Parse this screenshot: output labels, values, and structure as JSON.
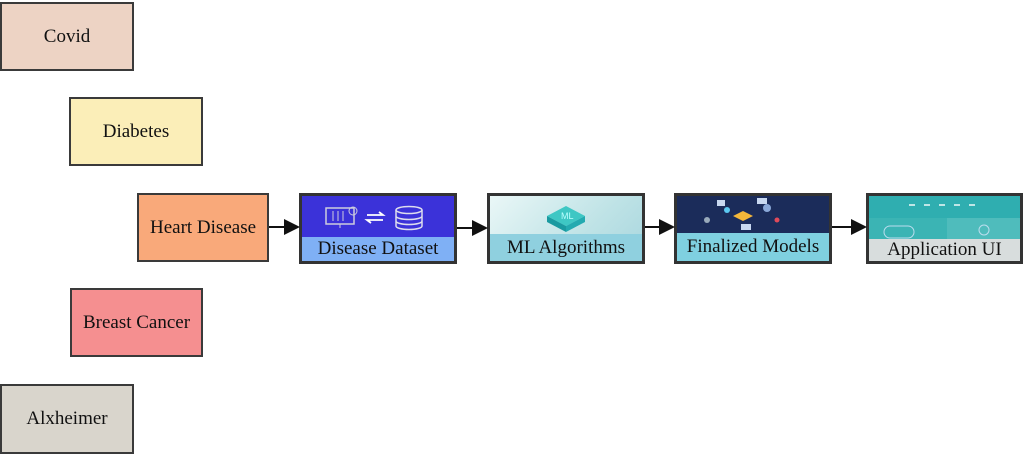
{
  "diseases": [
    {
      "label": "Covid",
      "color": "#edd3c4"
    },
    {
      "label": "Diabetes",
      "color": "#fbeeb8"
    },
    {
      "label": "Heart Disease",
      "color": "#f9a97a"
    },
    {
      "label": "Breast Cancer",
      "color": "#f58f90"
    },
    {
      "label": "Alxheimer",
      "color": "#d9d5cc"
    }
  ],
  "pipeline": [
    {
      "label": "Disease Dataset"
    },
    {
      "label": "ML Algorithms",
      "badge": "ML"
    },
    {
      "label": "Finalized Models"
    },
    {
      "label": "Application UI"
    }
  ]
}
